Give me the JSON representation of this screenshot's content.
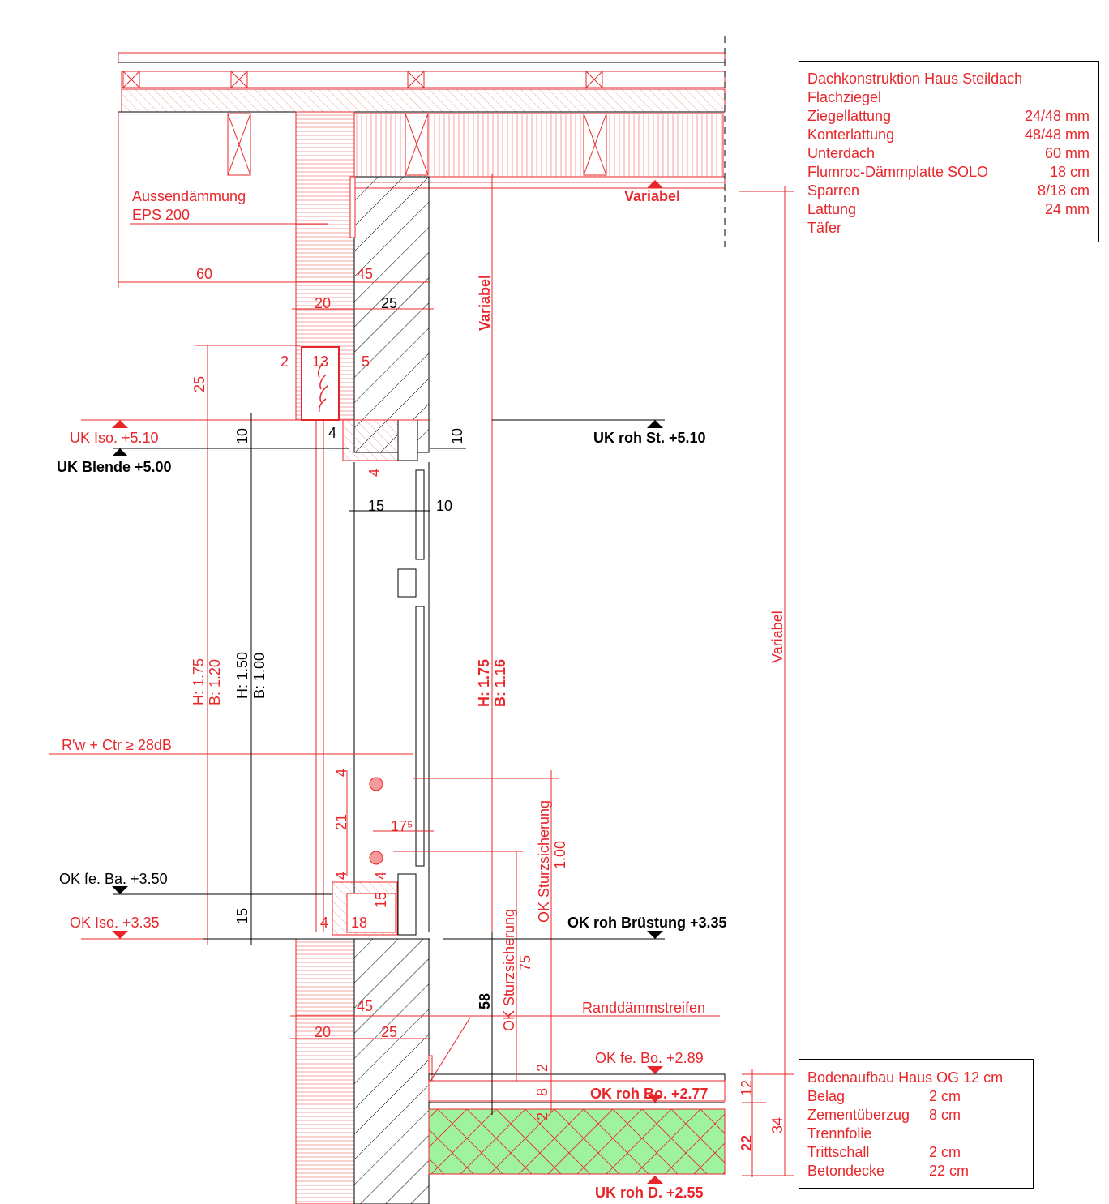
{
  "roof_legend": {
    "title": "Dachkonstruktion Haus Steildach",
    "rows": [
      {
        "name": "Flachziegel",
        "value": ""
      },
      {
        "name": "Ziegellattung",
        "value": "24/48 mm"
      },
      {
        "name": "Konterlattung",
        "value": "48/48 mm"
      },
      {
        "name": "Unterdach",
        "value": "60 mm"
      },
      {
        "name": "Flumroc-Dämmplatte SOLO",
        "value": "18 cm"
      },
      {
        "name": "Sparren",
        "value": "8/18 cm"
      },
      {
        "name": "Lattung",
        "value": "24 mm"
      },
      {
        "name": "Täfer",
        "value": ""
      }
    ]
  },
  "floor_legend": {
    "title": "Bodenaufbau Haus OG 12 cm",
    "rows": [
      {
        "name": "Belag",
        "value": "2 cm"
      },
      {
        "name": "Zementüberzug",
        "value": "8 cm"
      },
      {
        "name": "Trennfolie",
        "value": ""
      },
      {
        "name": "Trittschall",
        "value": "2 cm"
      },
      {
        "name": "Betondecke",
        "value": "22 cm"
      }
    ]
  },
  "labels": {
    "insulation_1": "Aussendämmung",
    "insulation_2": "EPS 200",
    "variabel_top": "Variabel",
    "variabel_vertical": "Variabel",
    "variabel_right": "Variabel",
    "uk_iso": "UK Iso. +5.10",
    "uk_blende": "UK Blende +5.00",
    "uk_roh_st": "UK roh St. +5.10",
    "rw": "R'w + Ctr ≥ 28dB",
    "ok_fe_ba": "OK fe. Ba. +3.50",
    "ok_iso": "OK Iso. +3.35",
    "ok_roh_bruestung": "OK roh Brüstung +3.35",
    "randdaemm": "Randdämmstreifen",
    "ok_fe_bo": "OK fe. Bo. +2.89",
    "ok_roh_bo": "OK roh Bo. +2.77",
    "uk_d": "UK roh D. +2.55",
    "sturz_1": "OK Sturzsicherung",
    "sturz_1_val": "1.00",
    "sturz_2": "OK Sturzsicherung",
    "sturz_2_val": "75",
    "h175_b120_h": "H: 1.75",
    "h175_b120_b": "B: 1.20",
    "h150_h": "H: 1.50",
    "h150_b": "B: 1.00",
    "h175_b116_h": "H: 1.75",
    "h175_b116_b": "B: 1.16"
  },
  "dims": {
    "d60": "60",
    "d45a": "45",
    "d20a": "20",
    "d25a": "25",
    "d2": "2",
    "d13": "13",
    "d5": "5",
    "d25v": "25",
    "d10a": "10",
    "d4a": "4",
    "d10b": "10",
    "d4b": "4",
    "d15a": "15",
    "d10c": "10",
    "d4c": "4",
    "d21": "21",
    "d17": "17⁵",
    "d4d": "4",
    "d4e": "4",
    "d15b": "15",
    "d15c": "15",
    "d4f": "4",
    "d18": "18",
    "d58": "58",
    "d45b": "45",
    "d20b": "20",
    "d25b": "25",
    "d2a": "2",
    "d8": "8",
    "d2b": "2",
    "d12": "12",
    "d34": "34",
    "d22": "22"
  },
  "colors": {
    "red": "#e8262a",
    "green": "#9ff29f"
  }
}
